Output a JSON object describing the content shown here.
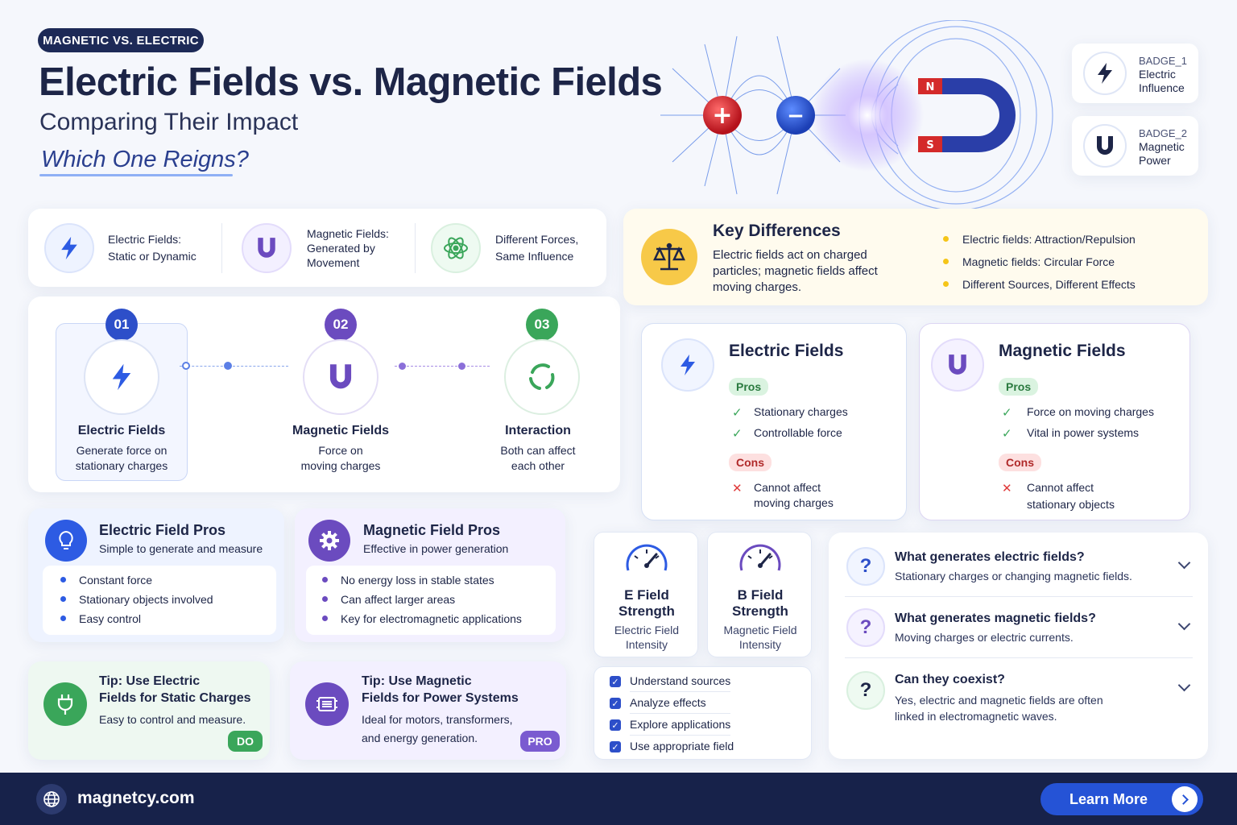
{
  "header": {
    "badge": "MAGNETIC VS. ELECTRIC",
    "title": "Electric Fields vs. Magnetic Fields",
    "subtitle": "Comparing Their Impact",
    "question": "Which One Reigns?"
  },
  "illustration": {
    "plus": "+",
    "minus": "−",
    "pole_n": "N",
    "pole_s": "S"
  },
  "badges": [
    {
      "id": "BADGE_1",
      "line1": "Electric",
      "line2": "Influence"
    },
    {
      "id": "BADGE_2",
      "line1": "Magnetic",
      "line2": "Power"
    }
  ],
  "features": [
    {
      "line1": "Electric Fields:",
      "line2": "Static or Dynamic"
    },
    {
      "line1": "Magnetic Fields:",
      "line2": "Generated by",
      "line3": "Movement"
    },
    {
      "line1": "Different Forces,",
      "line2": "Same Influence"
    }
  ],
  "steps": [
    {
      "num": "01",
      "title": "Electric Fields",
      "line1": "Generate force on",
      "line2": "stationary charges"
    },
    {
      "num": "02",
      "title": "Magnetic Fields",
      "line1": "Force on",
      "line2": "moving charges"
    },
    {
      "num": "03",
      "title": "Interaction",
      "line1": "Both can affect",
      "line2": "each other"
    }
  ],
  "key_differences": {
    "title": "Key Differences",
    "line1": "Electric fields act on charged",
    "line2": "particles; magnetic fields affect",
    "line3": "moving charges.",
    "bullets": [
      "Electric fields: Attraction/Repulsion",
      "Magnetic fields: Circular Force",
      "Different Sources, Different Effects"
    ]
  },
  "compare": [
    {
      "title": "Electric Fields",
      "pros_label": "Pros",
      "pros": [
        "Stationary charges",
        "Controllable force"
      ],
      "cons_label": "Cons",
      "cons_line1": "Cannot affect",
      "cons_line2": "moving charges"
    },
    {
      "title": "Magnetic Fields",
      "pros_label": "Pros",
      "pros": [
        "Force on moving charges",
        "Vital in power systems"
      ],
      "cons_label": "Cons",
      "cons_line1": "Cannot affect",
      "cons_line2": "stationary objects"
    }
  ],
  "pros_cards": [
    {
      "title": "Electric Field Pros",
      "subtitle": "Simple to generate and measure",
      "items": [
        "Constant force",
        "Stationary objects involved",
        "Easy control"
      ]
    },
    {
      "title": "Magnetic Field Pros",
      "subtitle": "Effective in power generation",
      "items": [
        "No energy loss in stable states",
        "Can affect larger areas",
        "Key for electromagnetic applications"
      ]
    }
  ],
  "tips": [
    {
      "line1": "Tip: Use Electric",
      "line2": "Fields for Static Charges",
      "desc1": "Easy to control and measure.",
      "desc2": "",
      "tag": "DO"
    },
    {
      "line1": "Tip: Use Magnetic",
      "line2": "Fields for Power Systems",
      "desc1": "Ideal for motors, transformers,",
      "desc2": "and energy generation.",
      "tag": "PRO"
    }
  ],
  "gauges": [
    {
      "title1": "E Field",
      "title2": "Strength",
      "sub1": "Electric Field",
      "sub2": "Intensity"
    },
    {
      "title1": "B Field",
      "title2": "Strength",
      "sub1": "Magnetic Field",
      "sub2": "Intensity"
    }
  ],
  "checklist": [
    "Understand sources",
    "Analyze effects",
    "Explore applications",
    "Use appropriate field"
  ],
  "faq": [
    {
      "q": "What generates electric fields?",
      "a1": "Stationary charges or changing magnetic fields.",
      "a2": ""
    },
    {
      "q": "What generates magnetic fields?",
      "a1": "Moving charges or electric currents.",
      "a2": ""
    },
    {
      "q": "Can they coexist?",
      "a1": "Yes, electric and magnetic fields are often",
      "a2": "linked in electromagnetic waves."
    }
  ],
  "footer": {
    "site": "magnetcy.com",
    "cta": "Learn More"
  },
  "colors": {
    "navy": "#1d2547",
    "blue": "#2d4fc9",
    "purple": "#6b4bbf",
    "green": "#3aa65a",
    "yellow": "#f5c518",
    "footer": "#17224a"
  }
}
